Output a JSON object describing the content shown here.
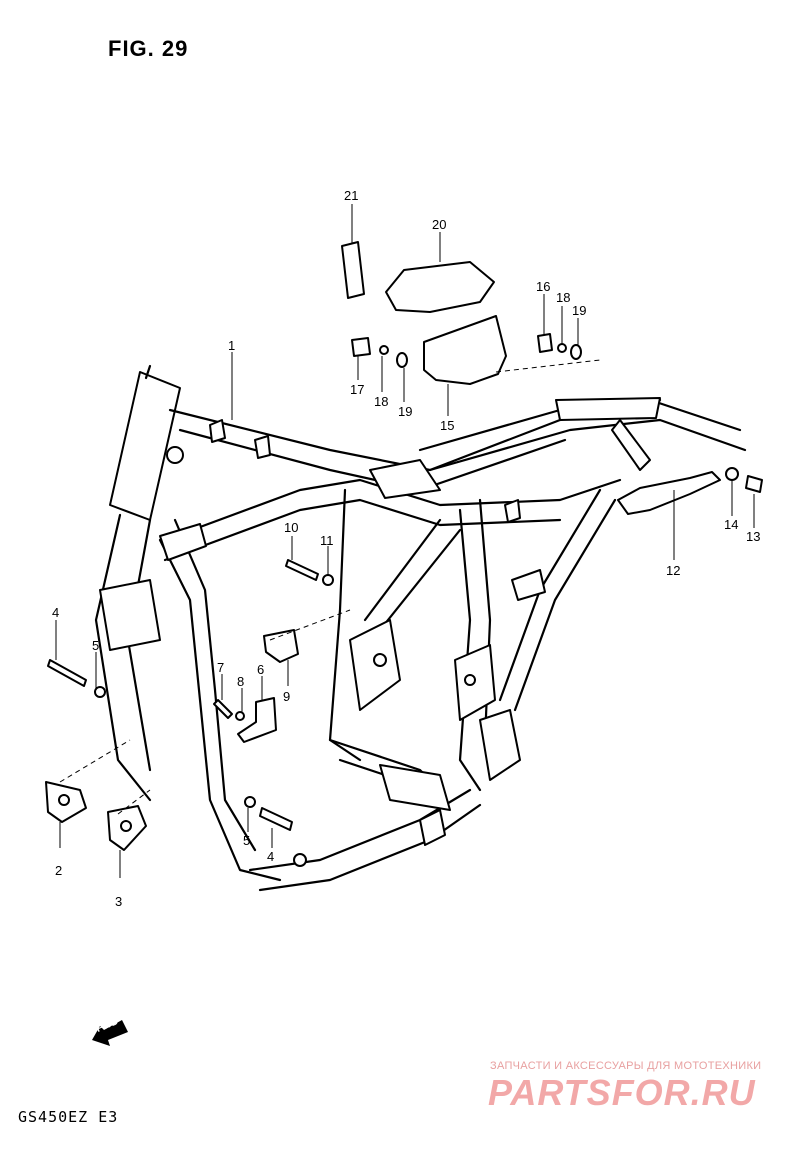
{
  "figure": {
    "title": "FIG. 29"
  },
  "model": {
    "code": "GS450EZ  E3"
  },
  "watermark": {
    "tagline": "ЗАПЧАСТИ И АКСЕССУАРЫ ДЛЯ МОТОТЕХНИКИ",
    "brand": "PARTSFOR.RU",
    "color": "#f2a8a8"
  },
  "direction_badge": {
    "label": "FWD",
    "icon": "forward-arrow-icon"
  },
  "callouts": [
    {
      "id": "c1",
      "label": "1"
    },
    {
      "id": "c2",
      "label": "2"
    },
    {
      "id": "c3",
      "label": "3"
    },
    {
      "id": "c4a",
      "label": "4"
    },
    {
      "id": "c4b",
      "label": "4"
    },
    {
      "id": "c5a",
      "label": "5"
    },
    {
      "id": "c5b",
      "label": "5"
    },
    {
      "id": "c6",
      "label": "6"
    },
    {
      "id": "c7",
      "label": "7"
    },
    {
      "id": "c8",
      "label": "8"
    },
    {
      "id": "c9",
      "label": "9"
    },
    {
      "id": "c10",
      "label": "10"
    },
    {
      "id": "c11",
      "label": "11"
    },
    {
      "id": "c12",
      "label": "12"
    },
    {
      "id": "c13",
      "label": "13"
    },
    {
      "id": "c14",
      "label": "14"
    },
    {
      "id": "c15",
      "label": "15"
    },
    {
      "id": "c16",
      "label": "16"
    },
    {
      "id": "c17",
      "label": "17"
    },
    {
      "id": "c18a",
      "label": "18"
    },
    {
      "id": "c18b",
      "label": "18"
    },
    {
      "id": "c19a",
      "label": "19"
    },
    {
      "id": "c19b",
      "label": "19"
    },
    {
      "id": "c20",
      "label": "20"
    },
    {
      "id": "c21",
      "label": "21"
    }
  ]
}
